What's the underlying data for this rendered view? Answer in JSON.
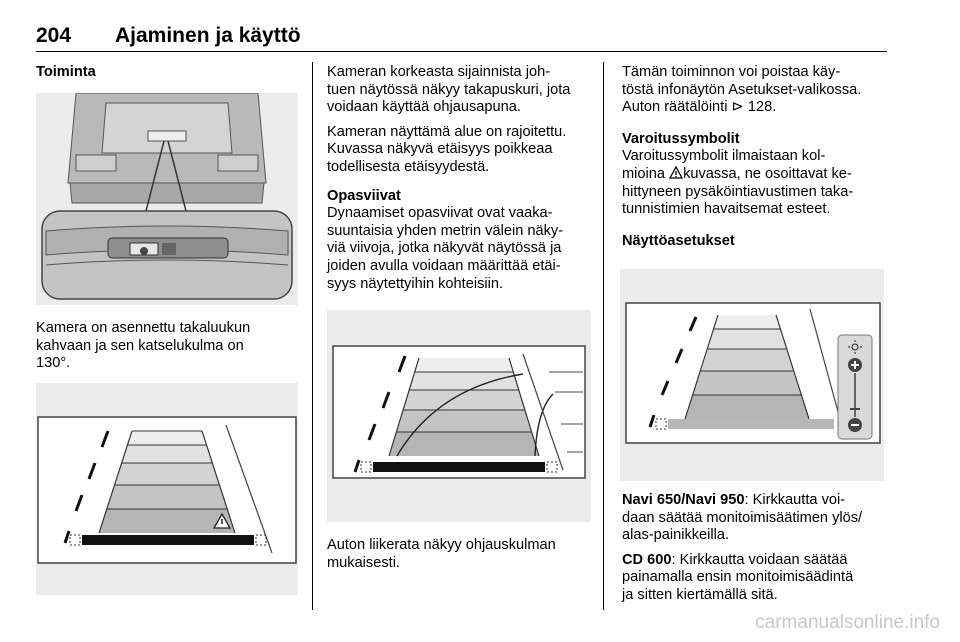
{
  "header": {
    "page_number": "204",
    "title": "Ajaminen ja käyttö"
  },
  "col1": {
    "heading": "Toiminta",
    "caption": [
      "Kamera on asennettu takaluukun",
      "kahvaan ja sen katselukulma on",
      "130°."
    ]
  },
  "col2": {
    "para1": [
      "Kameran korkeasta sijainnista joh-",
      "tuen näytössä näkyy takapuskuri, jota",
      "voidaan käyttää ohjausapuna."
    ],
    "para2": [
      "Kameran näyttämä alue on rajoitettu.",
      "Kuvassa näkyvä etäisyys poikkeaa",
      "todellisesta etäisyydestä."
    ],
    "heading": "Opasviivat",
    "para3": [
      "Dynaamiset opasviivat ovat vaaka-",
      "suuntaisia yhden metrin välein näky-",
      "viä viivoja, jotka näkyvät näytössä ja",
      "joiden avulla voidaan määrittää etäi-",
      "syys näytettyihin kohteisiin."
    ],
    "caption": [
      "Auton liikerata näkyy ohjauskulman",
      "mukaisesti."
    ]
  },
  "col3": {
    "para1": [
      "Tämän toiminnon voi poistaa käy-",
      "töstä infonäytön Asetukset-valikossa."
    ],
    "para1_last_prefix": "Auton räätälöinti",
    "ref_symbol": "⊳",
    "para1_last_page": "128.",
    "heading_warn": "Varoitussymbolit",
    "warn_line1": "Varoitussymbolit ilmaistaan kol-",
    "warn_line2_a": "mioina",
    "warn_line2_b": "kuvassa, ne osoittavat ke-",
    "warn_rest": [
      "hittyneen pysäköintiavustimen taka-",
      "tunnistimien havaitsemat esteet."
    ],
    "heading_display": "Näyttöasetukset",
    "navi_label": "Navi 650/Navi 950",
    "navi_line1_rest": ": Kirkkautta voi-",
    "navi_rest": [
      "daan säätää monitoimisäätimen ylös/",
      "alas-painikkeilla."
    ],
    "cd_label": "CD 600",
    "cd_line1_rest": ": Kirkkautta voidaan säätää",
    "cd_rest": [
      "painamalla ensin monitoimisäädintä",
      "ja sitten kiertämällä sitä."
    ]
  },
  "watermark": "carmanualsonline.info"
}
